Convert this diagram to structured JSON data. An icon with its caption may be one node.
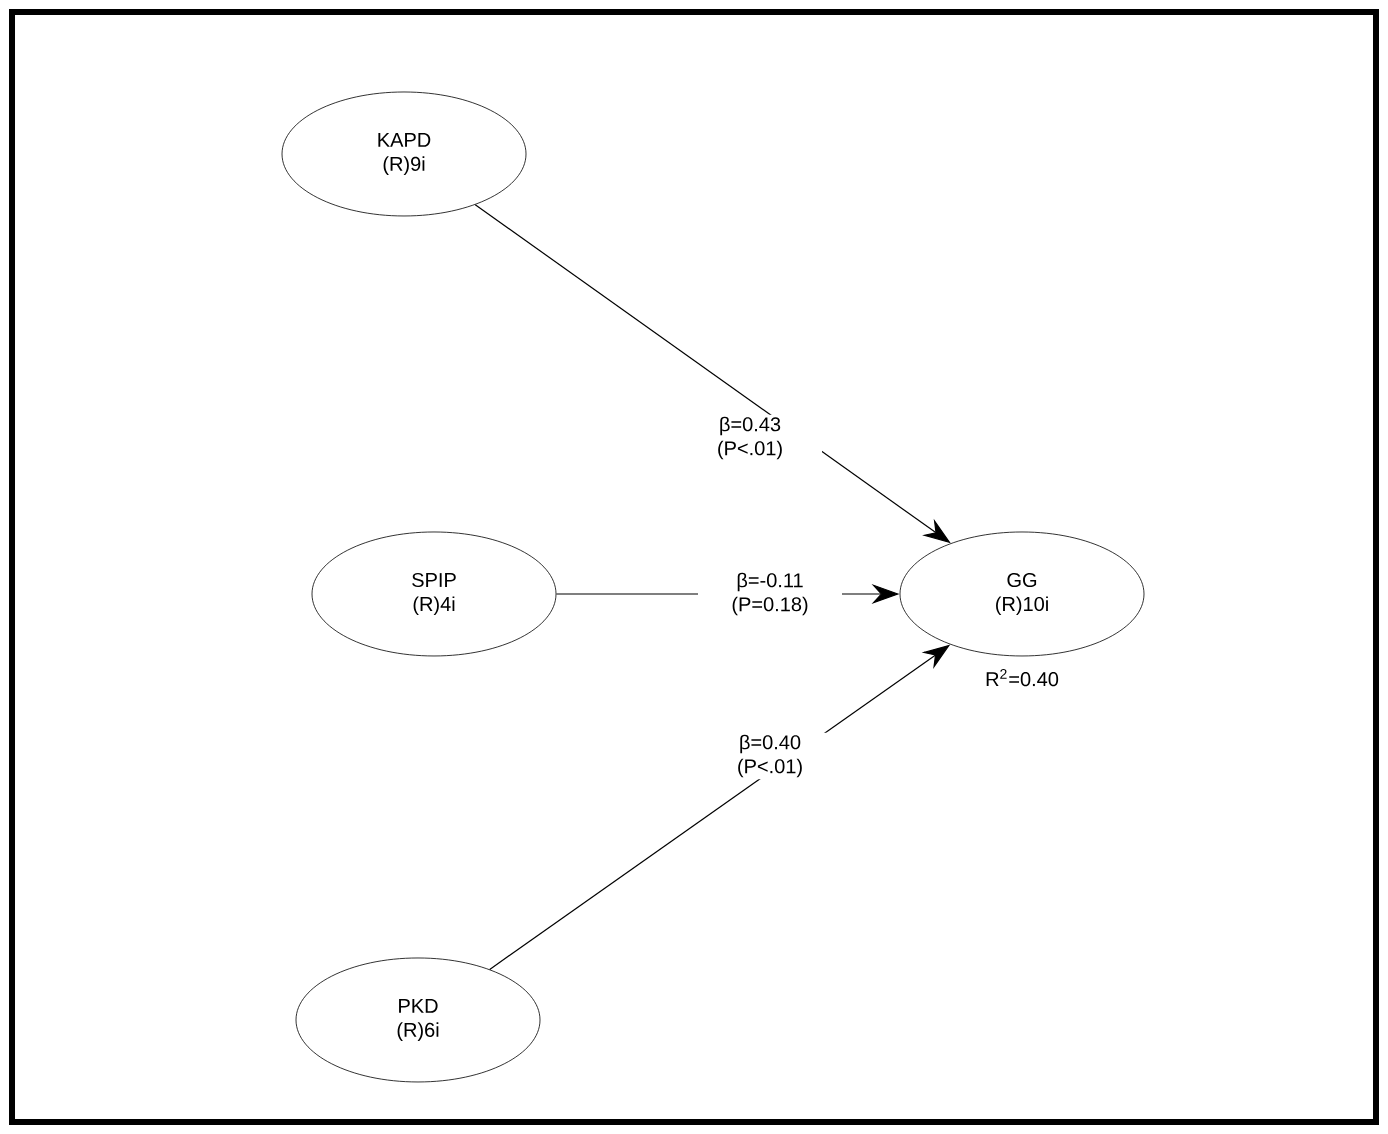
{
  "diagram": {
    "nodes": [
      {
        "text": [
          "KAPD (R)9i"
        ]
      },
      {
        "text": [
          "SPIP (R)4i"
        ]
      },
      {
        "text": [
          "GG (R)10i"
        ],
        "beside": [
          "R$^{2}$=0.40"
        ]
      },
      {
        "text": [
          "PKD (R)6i"
        ]
      }
    ],
    "edges": [
      {
        "from": 0,
        "to": 2,
        "arrow": "to",
        "label": "β=0.43 (P<.01)"
      },
      {
        "from": 1,
        "to": 2,
        "arrow": "to",
        "label": "β=-0.11 (P=0.18)"
      },
      {
        "from": 3,
        "to": 2,
        "arrow": "to",
        "label": "β=0.40 (P<.01)"
      }
    ]
  }
}
